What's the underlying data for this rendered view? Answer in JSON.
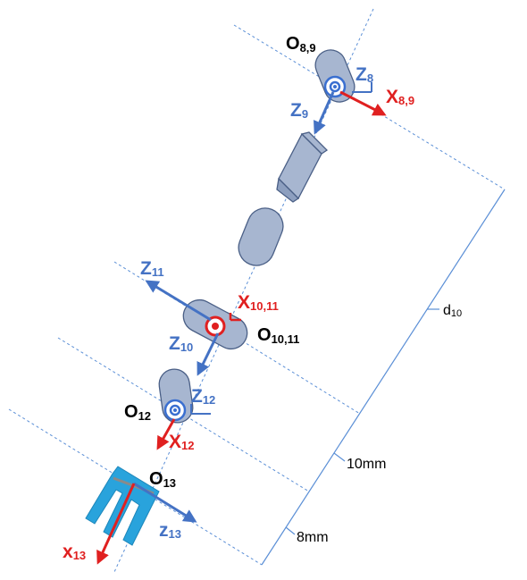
{
  "frames": {
    "o89": {
      "origin": "O",
      "origin_sub": "8,9",
      "z_a": "Z",
      "z_a_sub": "8",
      "z_b": "Z",
      "z_b_sub": "9",
      "x": "X",
      "x_sub": "8,9"
    },
    "o1011": {
      "origin": "O",
      "origin_sub": "10,11",
      "z_a": "Z",
      "z_a_sub": "11",
      "z_b": "Z",
      "z_b_sub": "10",
      "x": "X",
      "x_sub": "10,11"
    },
    "o12": {
      "origin": "O",
      "origin_sub": "12",
      "z": "Z",
      "z_sub": "12",
      "x": "X",
      "x_sub": "12"
    },
    "o13": {
      "origin": "O",
      "origin_sub": "13",
      "z": "z",
      "z_sub": "13",
      "x": "x",
      "x_sub": "13"
    }
  },
  "dimensions": {
    "d10": {
      "text": "d",
      "sub": "10"
    },
    "gap1": "10mm",
    "gap2": "8mm"
  },
  "colors": {
    "axis_blue": "#4472c4",
    "axis_red": "#e02020",
    "link_fill": "#a7b6d0",
    "gripper": "#29a3dc",
    "dash": "#5b8fd6"
  }
}
